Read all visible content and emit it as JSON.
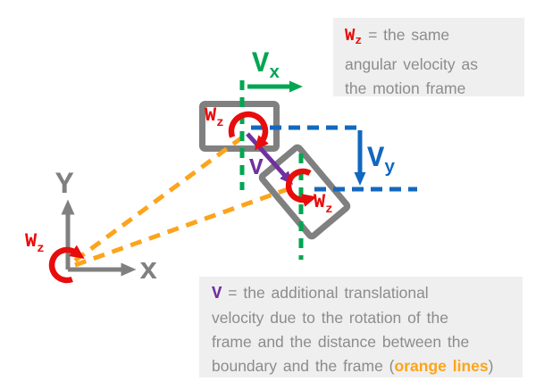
{
  "colors": {
    "red": "#E80C0C",
    "green": "#00A651",
    "blue": "#1268BE",
    "orange": "#FCA41C",
    "purple": "#7030A0",
    "gray": "#808080",
    "note_text": "#8C8C8C",
    "note_bg": "#EFEFEF"
  },
  "axes": {
    "y_label": "Y",
    "x_label": "x"
  },
  "labels": {
    "wz_origin": {
      "main": "W",
      "sub": "z"
    },
    "wz_frame1": {
      "main": "W",
      "sub": "z"
    },
    "wz_frame2": {
      "main": "W",
      "sub": "z"
    },
    "vx": {
      "main": "V",
      "sub": "x"
    },
    "vy": {
      "main": "V",
      "sub": "y"
    },
    "v": "V"
  },
  "notes": {
    "wz": {
      "term": "W",
      "term_sub": "z",
      "line1_rest": " = the same",
      "line2": "angular velocity as",
      "line3": "the motion frame"
    },
    "v": {
      "term": "V",
      "line1_rest": " = the additional translational",
      "line2": "velocity due to the rotation of the",
      "line3": "frame and the distance between the",
      "line4_prefix": "boundary and the frame (",
      "line4_highlight": "orange lines",
      "line4_suffix": ")"
    }
  }
}
